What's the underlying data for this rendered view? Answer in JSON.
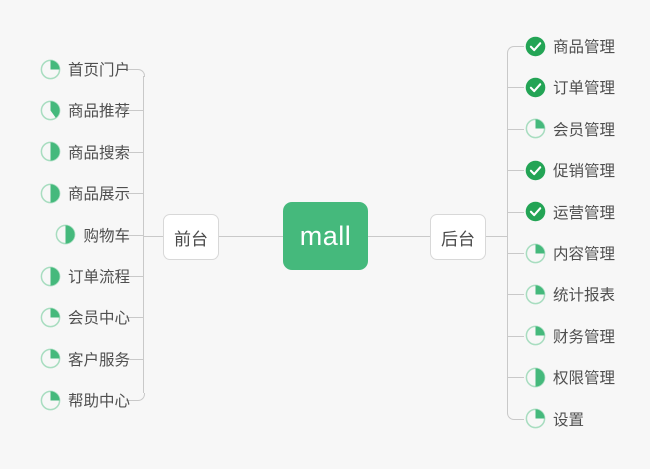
{
  "diagram": {
    "title": "mall",
    "root": {
      "label": "mall",
      "color": "#45b97c"
    },
    "branches": [
      {
        "key": "left",
        "label": "前台"
      },
      {
        "key": "right",
        "label": "后台"
      }
    ],
    "colors": {
      "accent": "#45b97c",
      "accent_solid": "#23a455",
      "ring_track": "#a8ddc0",
      "line": "#c9c9c9",
      "text": "#4f4f4f",
      "background": "#f7f7f7",
      "node_fill": "#ffffff",
      "node_border": "#d8d8d8"
    },
    "left_items": [
      {
        "label": "首页门户",
        "icon": "pie-progress-icon",
        "progress": 25,
        "status": "in-progress"
      },
      {
        "label": "商品推荐",
        "icon": "pie-progress-icon",
        "progress": 40,
        "status": "in-progress"
      },
      {
        "label": "商品搜索",
        "icon": "pie-progress-icon",
        "progress": 50,
        "status": "in-progress"
      },
      {
        "label": "商品展示",
        "icon": "pie-progress-icon",
        "progress": 50,
        "status": "in-progress"
      },
      {
        "label": "购物车",
        "icon": "pie-progress-icon",
        "progress": 50,
        "status": "in-progress"
      },
      {
        "label": "订单流程",
        "icon": "pie-progress-icon",
        "progress": 50,
        "status": "in-progress"
      },
      {
        "label": "会员中心",
        "icon": "pie-progress-icon",
        "progress": 25,
        "status": "in-progress"
      },
      {
        "label": "客户服务",
        "icon": "pie-progress-icon",
        "progress": 25,
        "status": "in-progress"
      },
      {
        "label": "帮助中心",
        "icon": "pie-progress-icon",
        "progress": 25,
        "status": "in-progress"
      }
    ],
    "right_items": [
      {
        "label": "商品管理",
        "icon": "check-circle-icon",
        "progress": 100,
        "status": "complete"
      },
      {
        "label": "订单管理",
        "icon": "check-circle-icon",
        "progress": 100,
        "status": "complete"
      },
      {
        "label": "会员管理",
        "icon": "pie-progress-icon",
        "progress": 25,
        "status": "in-progress"
      },
      {
        "label": "促销管理",
        "icon": "check-circle-icon",
        "progress": 100,
        "status": "complete"
      },
      {
        "label": "运营管理",
        "icon": "check-circle-icon",
        "progress": 100,
        "status": "complete"
      },
      {
        "label": "内容管理",
        "icon": "pie-progress-icon",
        "progress": 25,
        "status": "in-progress"
      },
      {
        "label": "统计报表",
        "icon": "pie-progress-icon",
        "progress": 25,
        "status": "in-progress"
      },
      {
        "label": "财务管理",
        "icon": "pie-progress-icon",
        "progress": 25,
        "status": "in-progress"
      },
      {
        "label": "权限管理",
        "icon": "pie-progress-icon",
        "progress": 50,
        "status": "in-progress"
      },
      {
        "label": "设置",
        "icon": "pie-progress-icon",
        "progress": 25,
        "status": "in-progress"
      }
    ]
  }
}
